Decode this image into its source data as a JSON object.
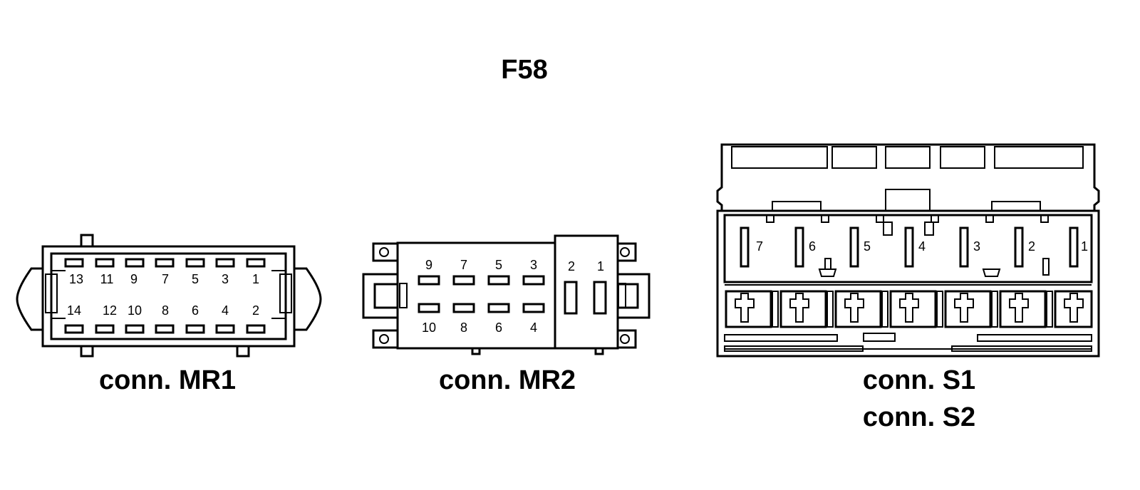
{
  "title": "F58",
  "connectors": {
    "mr1": {
      "caption": "conn. MR1",
      "pins_top": [
        "13",
        "11",
        "9",
        "7",
        "5",
        "3",
        "1"
      ],
      "pins_bottom": [
        "14",
        "12",
        "10",
        "8",
        "6",
        "4",
        "2"
      ]
    },
    "mr2": {
      "caption": "conn. MR2",
      "pins_top": [
        "9",
        "7",
        "5",
        "3"
      ],
      "pins_bottom": [
        "10",
        "8",
        "6",
        "4"
      ],
      "pins_side": [
        "2",
        "1"
      ]
    },
    "s1s2": {
      "caption_1": "conn. S1",
      "caption_2": "conn. S2",
      "pins": [
        "7",
        "6",
        "5",
        "4",
        "3",
        "2",
        "1"
      ]
    }
  }
}
